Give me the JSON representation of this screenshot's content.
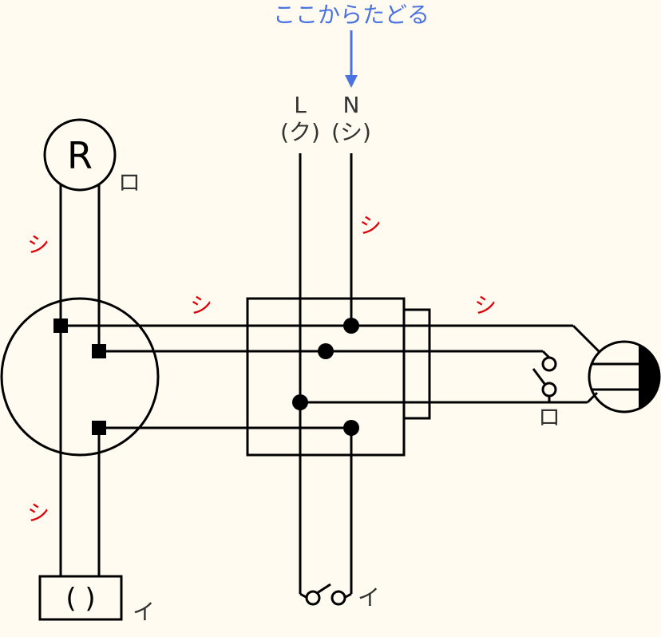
{
  "instruction": {
    "text": "ここからたどる",
    "color": "#4a72e0"
  },
  "terminals": {
    "line": "L",
    "neutral": "N",
    "line_sub": "(ク)",
    "neutral_sub": "(シ)"
  },
  "component_labels": {
    "receptacle": "R",
    "receptacle_tag": "ロ",
    "switch_right_tag": "ロ",
    "switch_bottom_tag": "イ",
    "ceiling_tag": "イ",
    "ceiling_symbol": "( )"
  },
  "wire_marks": [
    "シ",
    "シ",
    "シ",
    "シ",
    "シ"
  ],
  "colors": {
    "line": "#000000",
    "mark": "#e0000a",
    "arrow": "#4a72e0",
    "text": "#333333",
    "background": "#fffbf0"
  }
}
